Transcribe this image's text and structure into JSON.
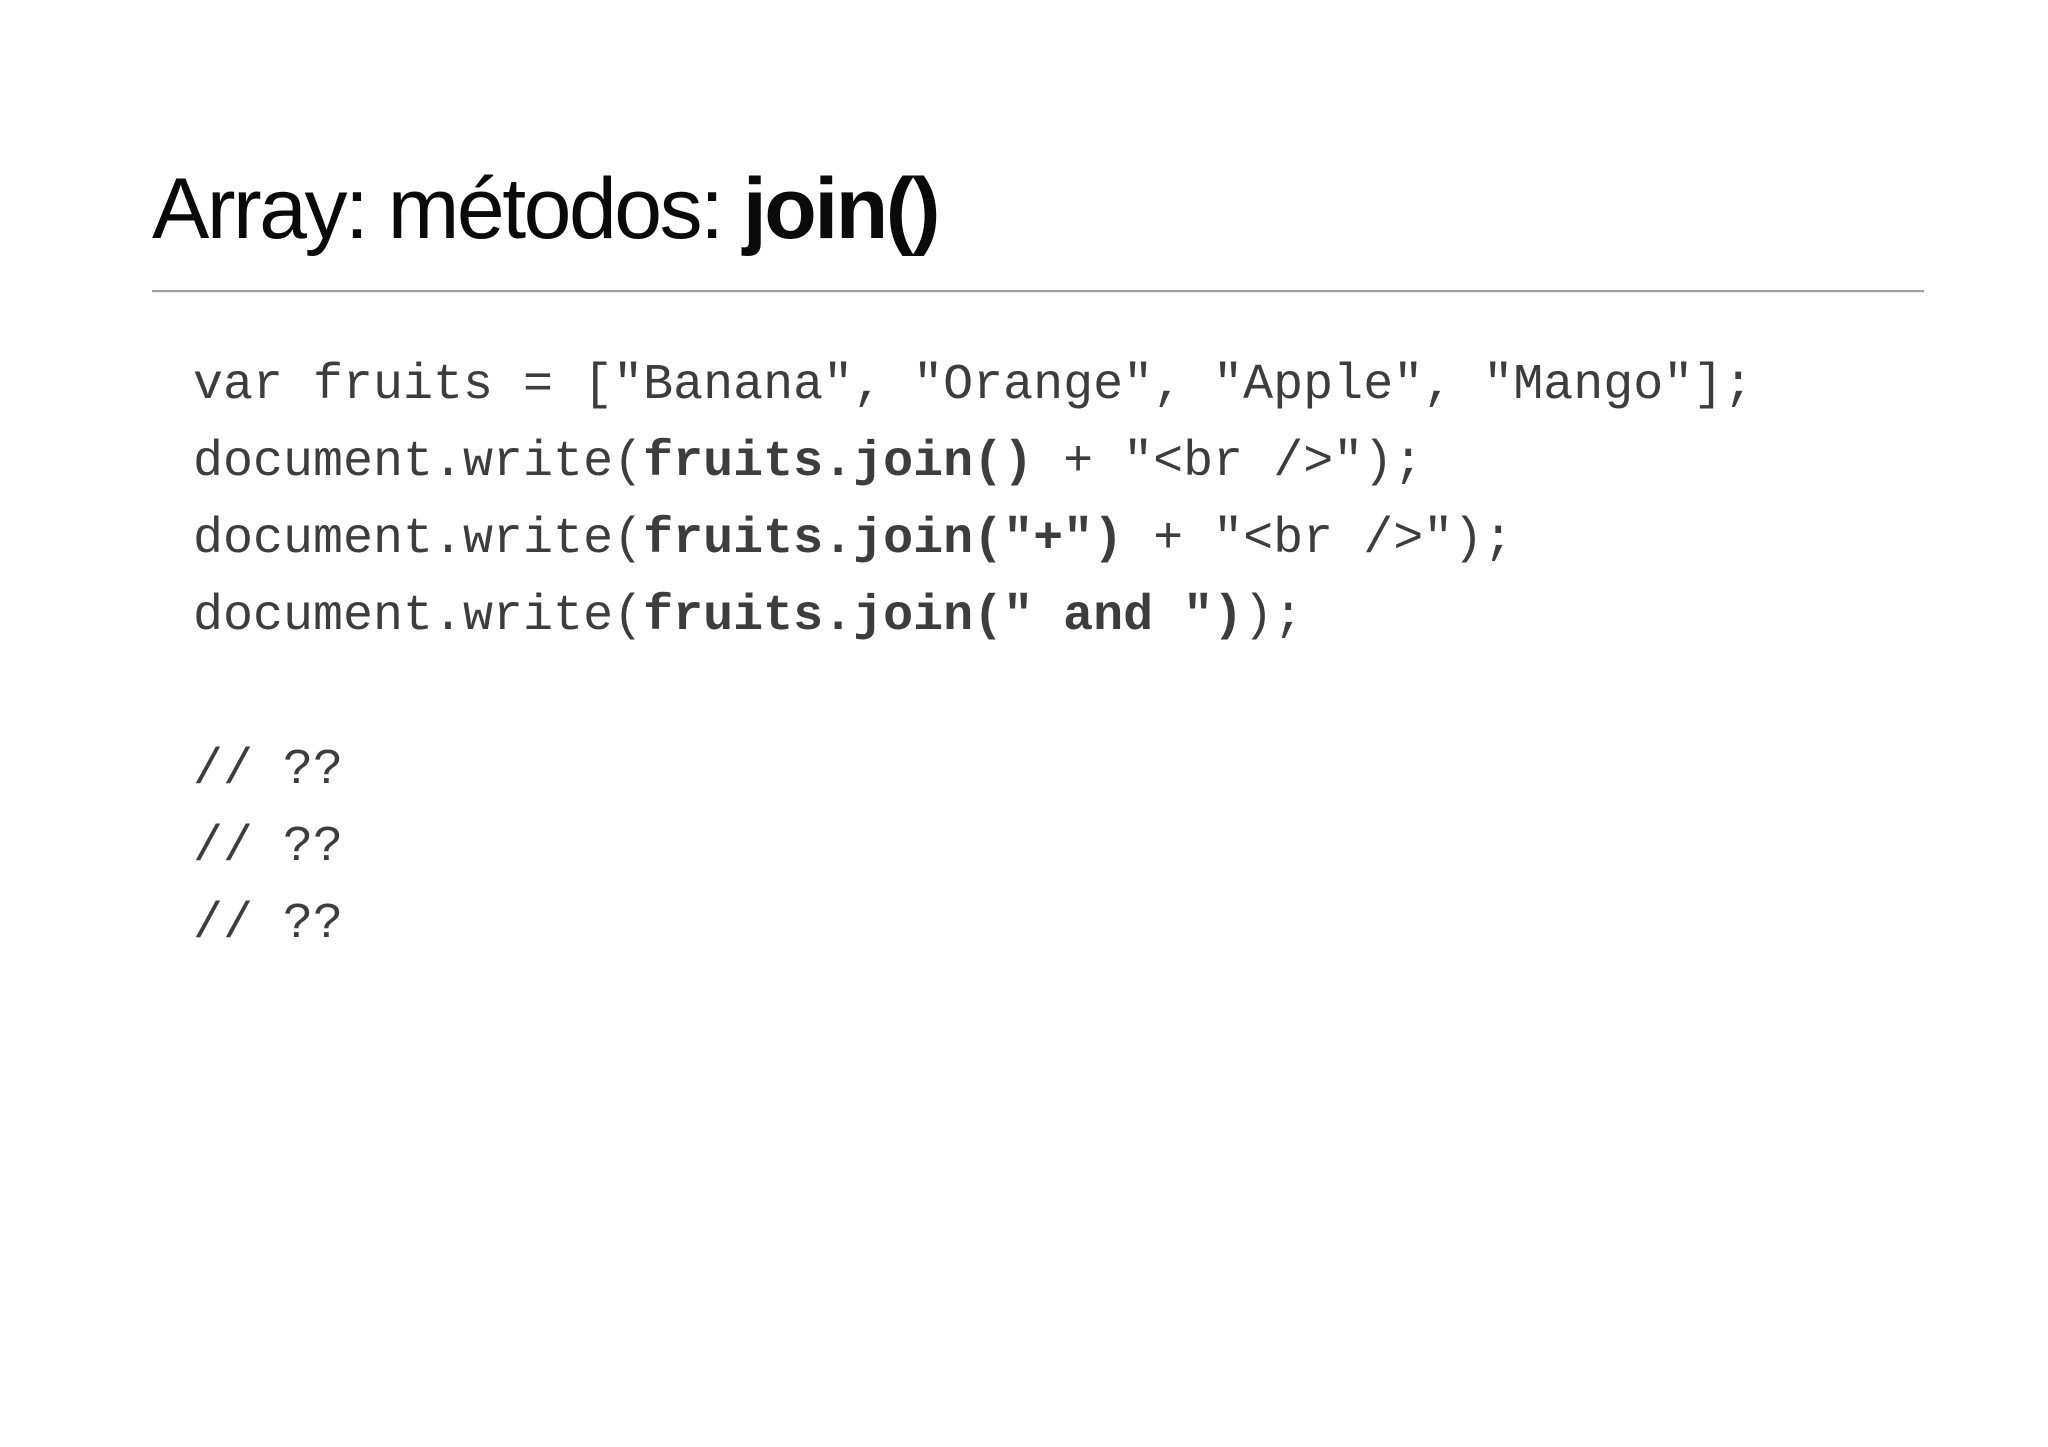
{
  "slide": {
    "title": {
      "prefix": "Array: métodos: ",
      "emphasis": "join()"
    },
    "code": {
      "lines": [
        {
          "segments": [
            {
              "text": "var fruits = [\"Banana\", \"Orange\", \"Apple\", \"Mango\"];",
              "bold": false
            }
          ]
        },
        {
          "segments": [
            {
              "text": "document.write(",
              "bold": false
            },
            {
              "text": "fruits.join()",
              "bold": true
            },
            {
              "text": " + \"<br />\");",
              "bold": false
            }
          ]
        },
        {
          "segments": [
            {
              "text": "document.write(",
              "bold": false
            },
            {
              "text": "fruits.join(\"+\")",
              "bold": true
            },
            {
              "text": " + \"<br />\");",
              "bold": false
            }
          ]
        },
        {
          "segments": [
            {
              "text": "document.write(",
              "bold": false
            },
            {
              "text": "fruits.join(\" and \")",
              "bold": true
            },
            {
              "text": ");",
              "bold": false
            }
          ]
        },
        {
          "segments": []
        },
        {
          "segments": [
            {
              "text": "// ??",
              "bold": false
            }
          ]
        },
        {
          "segments": [
            {
              "text": "// ??",
              "bold": false
            }
          ]
        },
        {
          "segments": [
            {
              "text": "// ??",
              "bold": false
            }
          ]
        }
      ]
    },
    "colors": {
      "title": "#0a0a0a",
      "code": "#3d3d3d",
      "rule": "#a0a0a0",
      "background": "#ffffff"
    }
  }
}
